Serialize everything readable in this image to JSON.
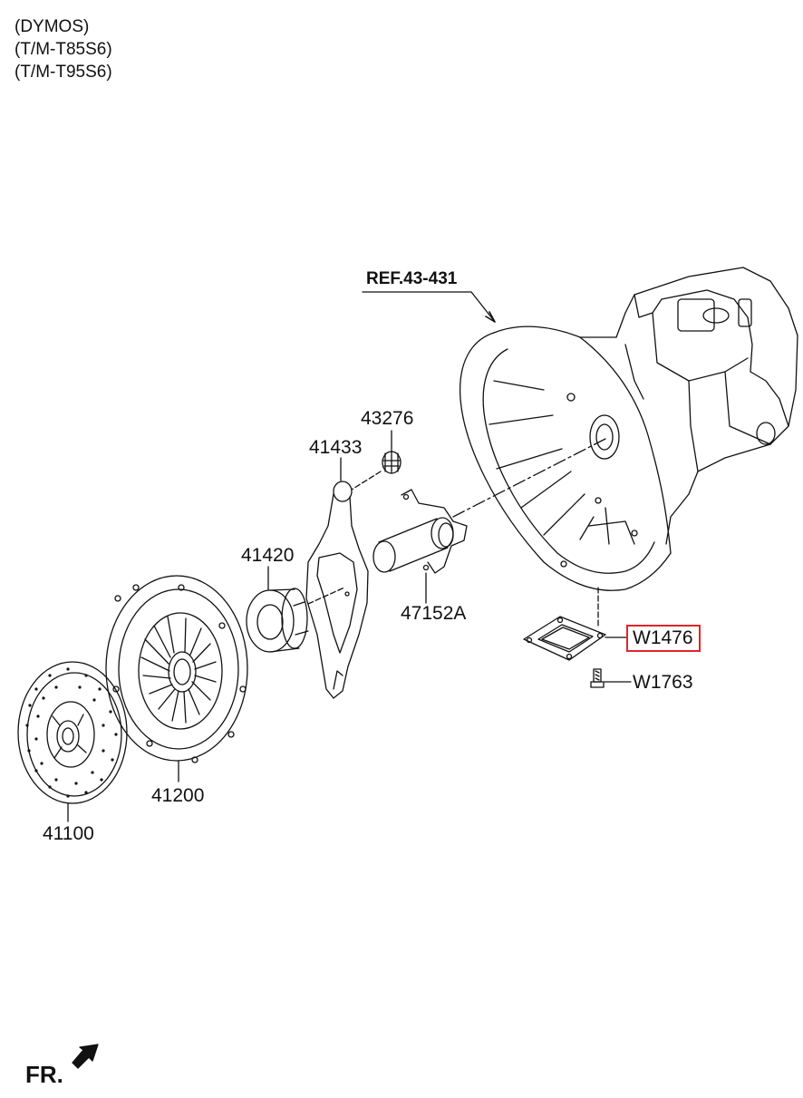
{
  "header": {
    "lines": [
      "(DYMOS)",
      "(T/M-T85S6)",
      "(T/M-T95S6)"
    ]
  },
  "reference": "REF.43-431",
  "parts": {
    "p43276": "43276",
    "p41433": "41433",
    "p41420": "41420",
    "p47152A": "47152A",
    "pW1476": "W1476",
    "pW1763": "W1763",
    "p41200": "41200",
    "p41100": "41100"
  },
  "highlighted_part": "W1476",
  "highlight_color": "#e0242b",
  "front_indicator": "FR."
}
